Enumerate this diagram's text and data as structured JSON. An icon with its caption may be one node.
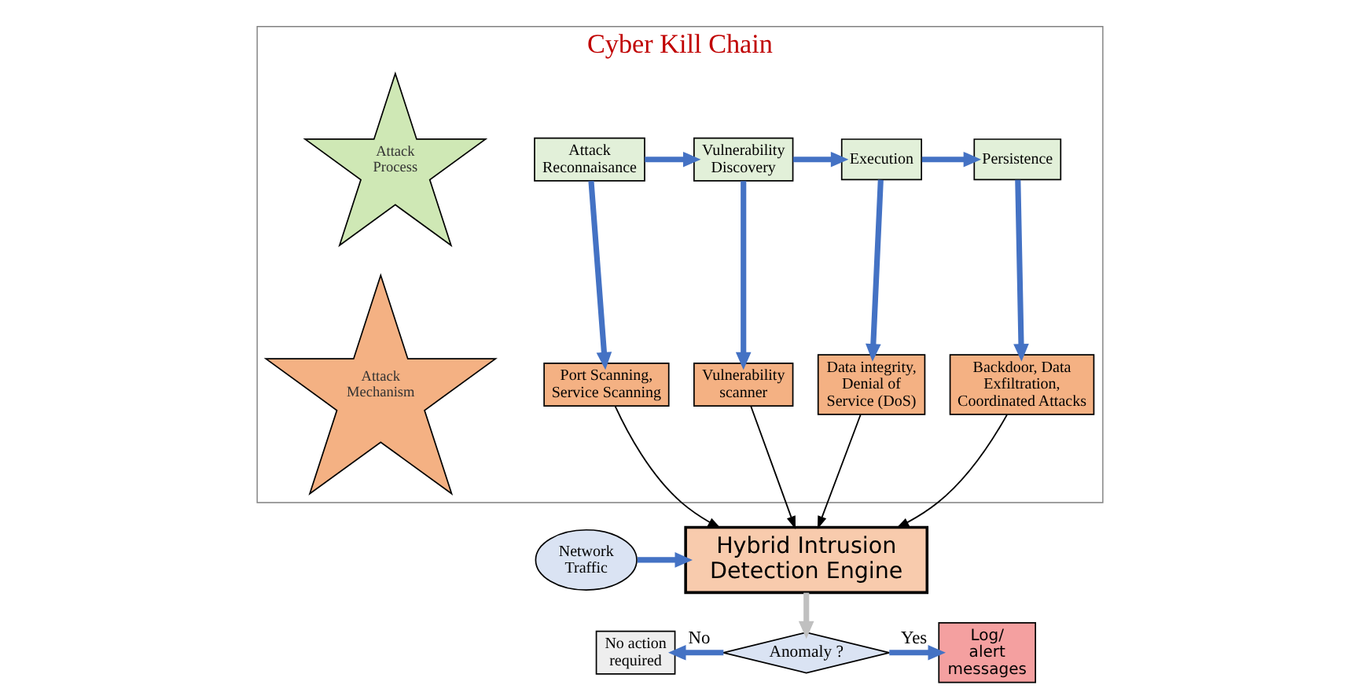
{
  "diagram": {
    "nodes": [
      {
        "text": [
          "Cyber Kill Chain"
        ]
      },
      {
        "text": [
          "Attack Process"
        ],
        "in": 0
      },
      {
        "text": [
          "Attack Reconnaisance"
        ],
        "in": 0
      },
      {
        "text": [
          "Vulnerability Discovery"
        ],
        "in": 0
      },
      {
        "text": [
          "Execution"
        ],
        "in": 0
      },
      {
        "text": [
          "Persistence"
        ],
        "in": 0
      },
      {
        "text": [
          "Attack Mechanism"
        ],
        "in": 0
      },
      {
        "text": [
          "Port Scanning, Service Scanning"
        ],
        "in": 0
      },
      {
        "text": [
          "Vulnerability scanner"
        ],
        "in": 0
      },
      {
        "text": [
          "Data integrity, Denial of Service (DoS)"
        ],
        "in": 0
      },
      {
        "text": [
          "Backdoor, Data Exfiltration, Coordinated Attacks"
        ],
        "in": 0
      },
      {
        "text": [
          "Network Traffic"
        ]
      },
      {
        "text": [
          "Hybrid Intrusion Detection Engine"
        ]
      },
      {
        "text": [
          "Anomaly ?"
        ]
      },
      {
        "text": [
          "No action required"
        ]
      },
      {
        "text": [
          "Log/ alert messages"
        ]
      }
    ],
    "edges": [
      {
        "from": 2,
        "to": 3,
        "arrow": "to"
      },
      {
        "from": 3,
        "to": 4,
        "arrow": "to"
      },
      {
        "from": 4,
        "to": 5,
        "arrow": "to"
      },
      {
        "from": 2,
        "to": 7,
        "arrow": "to"
      },
      {
        "from": 3,
        "to": 8,
        "arrow": "to"
      },
      {
        "from": 4,
        "to": 9,
        "arrow": "to"
      },
      {
        "from": 5,
        "to": 10,
        "arrow": "to"
      },
      {
        "from": 7,
        "to": 12,
        "arrow": "to",
        "color": "#000000"
      },
      {
        "from": 8,
        "to": 12,
        "arrow": "to",
        "color": "#000000"
      },
      {
        "from": 9,
        "to": 12,
        "arrow": "to",
        "color": "#000000"
      },
      {
        "from": 10,
        "to": 12,
        "arrow": "to",
        "color": "#000000"
      },
      {
        "from": 11,
        "to": 12,
        "arrow": "to"
      },
      {
        "from": 12,
        "to": 13,
        "arrow": "to",
        "color": "#c0c0c0"
      },
      {
        "from": 13,
        "to": 14,
        "arrow": "to",
        "label": "No"
      },
      {
        "from": 13,
        "to": 15,
        "arrow": "to",
        "label": "Yes"
      }
    ]
  }
}
